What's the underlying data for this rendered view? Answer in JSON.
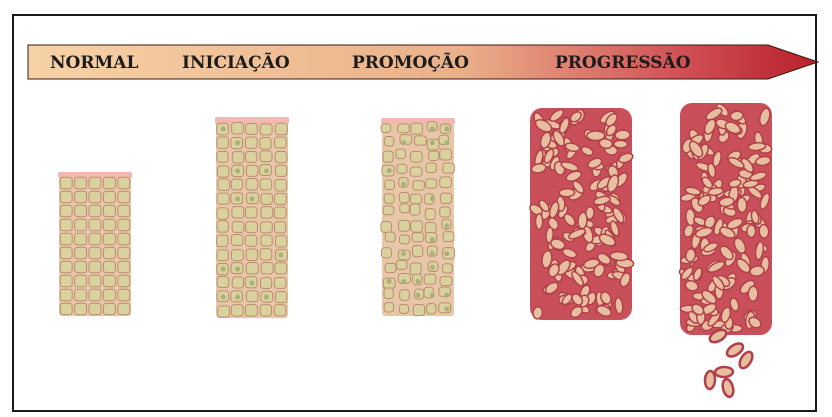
{
  "stages": [
    {
      "label": "NORMAL"
    },
    {
      "label": "INICIAÇÃO"
    },
    {
      "label": "PROMOÇÃO"
    },
    {
      "label": "PROGRESSÃO"
    }
  ],
  "colors": {
    "arrow_start": "#f7d2a6",
    "arrow_mid": "#e9a27a",
    "arrow_end": "#b81f2c",
    "healthy_cell_fill": "#d9d29e",
    "healthy_cell_border": "#c08a70",
    "membrane": "#f2b9b2",
    "tumor_fill": "#c9505a",
    "tumor_nucleus": "#e7bfa0"
  },
  "icons": [
    "process-arrow",
    "tissue-column"
  ]
}
